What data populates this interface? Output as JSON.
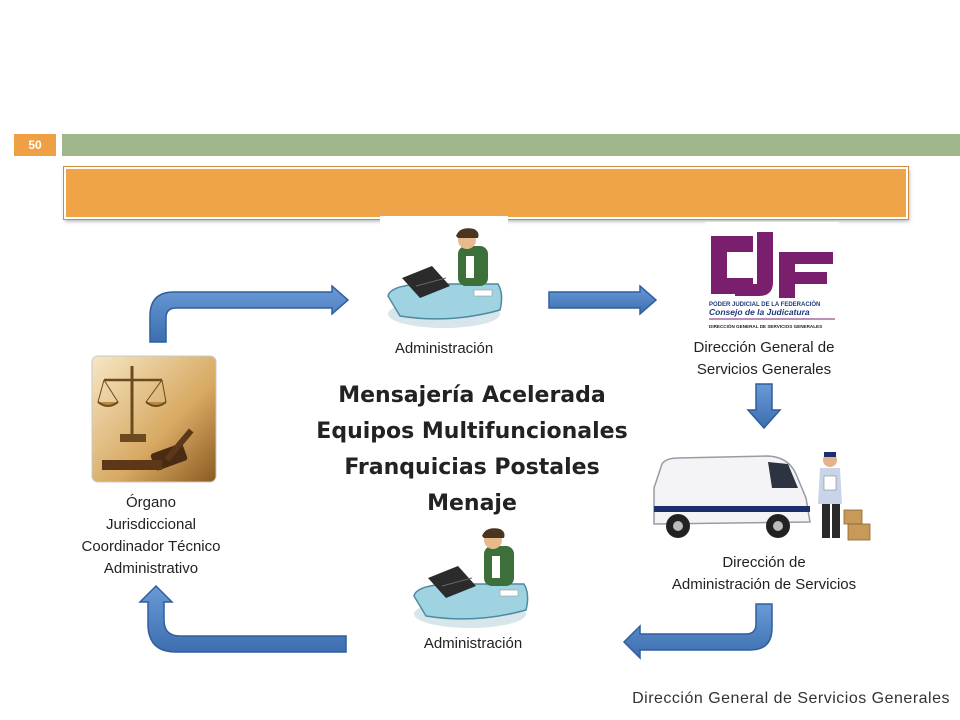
{
  "slide": {
    "page_number": "50",
    "footer": "Dirección General de Servicios Generales"
  },
  "nodes": {
    "admin_top": "Administración",
    "dgsg": [
      "Dirección General de",
      "Servicios Generales"
    ],
    "das": [
      "Dirección de",
      "Administración de Servicios"
    ],
    "admin_bottom": "Administración",
    "organo": [
      "Órgano",
      "Jurisdiccional",
      "Coordinador Técnico",
      "Administrativo"
    ]
  },
  "logo": {
    "line1": "PODER JUDICIAL DE LA FEDERACIÓN",
    "line2": "Consejo de la Judicatura",
    "line3": "DIRECCIÓN GENERAL DE SERVICIOS GENERALES"
  },
  "services": [
    "Mensajería Acelerada",
    "Equipos Multifuncionales",
    "Franquicias Postales",
    "Menaje"
  ],
  "colors": {
    "accent_orange": "#f0a448",
    "green_bar": "#9fb58a",
    "arrow_blue": "#4a7fc1",
    "logo_purple": "#7a1f6e"
  }
}
